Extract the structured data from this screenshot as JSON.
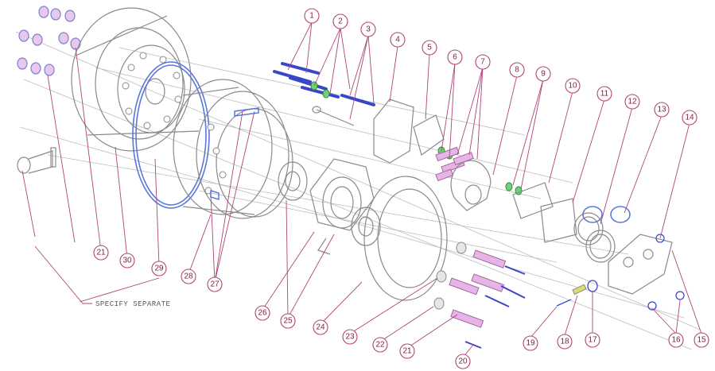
{
  "colors": {
    "line": "#8a8a8a",
    "leader": "#b0447a",
    "callout": "#b0447a",
    "callout_text": "#7a1f3c",
    "bolt": "#3a46c9",
    "pink": "#d9a8d8",
    "green": "#6fd07a",
    "yellow": "#d8e070",
    "ring_blue": "#5b78d8"
  },
  "note": "SPECIFY SEPARATE",
  "callouts": [
    {
      "id": "c1",
      "num": "1"
    },
    {
      "id": "c2",
      "num": "2"
    },
    {
      "id": "c3",
      "num": "3"
    },
    {
      "id": "c4",
      "num": "4"
    },
    {
      "id": "c5",
      "num": "5"
    },
    {
      "id": "c6",
      "num": "6"
    },
    {
      "id": "c7",
      "num": "7"
    },
    {
      "id": "c8",
      "num": "8"
    },
    {
      "id": "c9",
      "num": "9"
    },
    {
      "id": "c10",
      "num": "10"
    },
    {
      "id": "c11",
      "num": "11"
    },
    {
      "id": "c12",
      "num": "12"
    },
    {
      "id": "c13",
      "num": "13"
    },
    {
      "id": "c14",
      "num": "14"
    },
    {
      "id": "c15",
      "num": "15"
    },
    {
      "id": "c16",
      "num": "16"
    },
    {
      "id": "c17",
      "num": "17"
    },
    {
      "id": "c18",
      "num": "18"
    },
    {
      "id": "c19",
      "num": "19"
    },
    {
      "id": "c20",
      "num": "20"
    },
    {
      "id": "c21",
      "num": "21"
    },
    {
      "id": "c22",
      "num": "22"
    },
    {
      "id": "c23",
      "num": "23"
    },
    {
      "id": "c24",
      "num": "24"
    },
    {
      "id": "c25",
      "num": "25"
    },
    {
      "id": "c26",
      "num": "26"
    },
    {
      "id": "c27",
      "num": "27"
    },
    {
      "id": "c28",
      "num": "28"
    },
    {
      "id": "c29",
      "num": "29"
    },
    {
      "id": "c30",
      "num": "30"
    },
    {
      "id": "c31",
      "num": "21"
    }
  ]
}
